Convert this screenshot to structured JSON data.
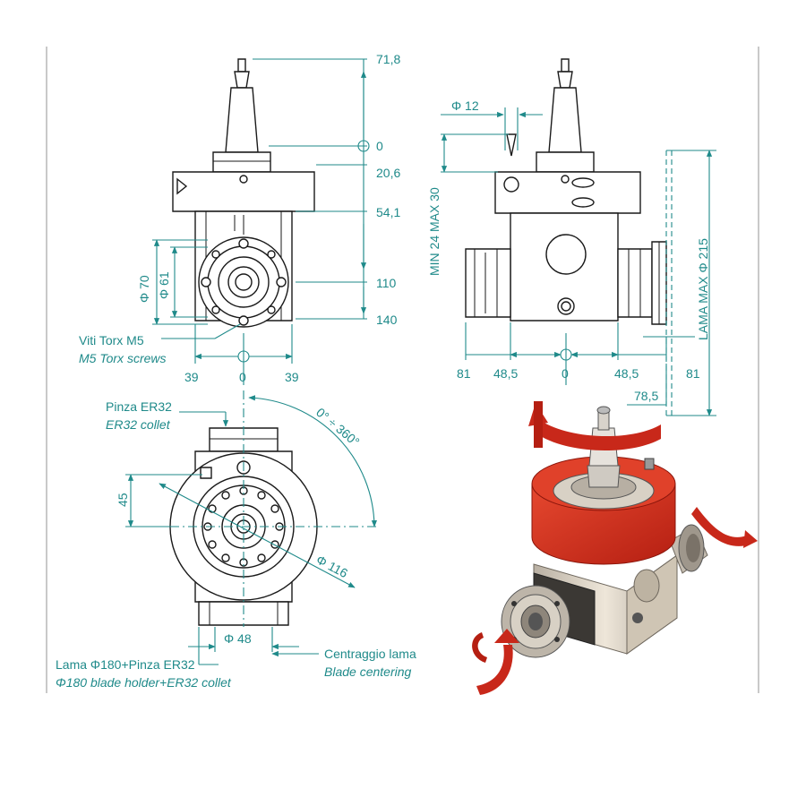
{
  "top_left_view": {
    "heights": [
      "71,8",
      "0",
      "20,6",
      "54,1",
      "110",
      "140"
    ],
    "diameters": [
      "Φ 70",
      "Φ 61"
    ],
    "bottom_dims": [
      "39",
      "0",
      "39"
    ],
    "screw_label": "Viti Torx M5",
    "screw_label_en": "M5 Torx screws"
  },
  "top_right_view": {
    "phi12": "Φ 12",
    "min_max": "MIN 24 MAX 30",
    "lama_max": "LAMA MAX Φ 215",
    "bottom_dims": [
      "81",
      "48,5",
      "0",
      "48,5",
      "81"
    ],
    "offset": "78,5"
  },
  "bottom_left_view": {
    "collet_label": "Pinza ER32",
    "collet_label_en": "ER32 collet",
    "rotation": "0° ÷ 360°",
    "height_45": "45",
    "phi116": "Φ 116",
    "phi48": "Φ 48",
    "blade_centering": "Centraggio lama",
    "blade_centering_en": "Blade centering",
    "blade_holder": "Lama Φ180+Pinza ER32",
    "blade_holder_en": "Φ180 blade holder+ER32 collet"
  },
  "colors": {
    "dimension": "#1f8a8a",
    "outline": "#1a1a1a",
    "rotation_arrow": "#d42b1e",
    "body_metal": "#ddd3c4"
  }
}
